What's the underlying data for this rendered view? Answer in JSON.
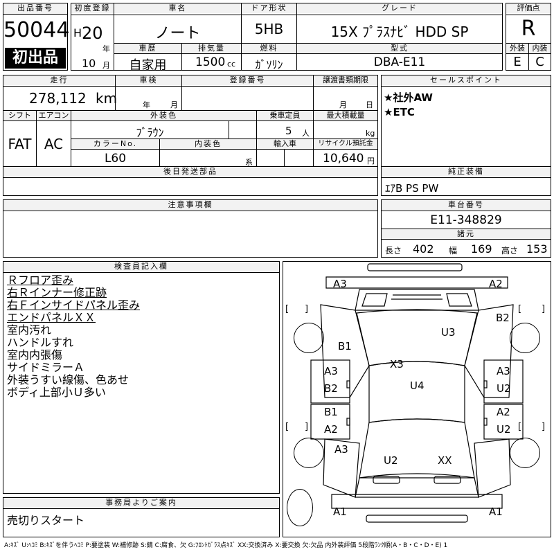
{
  "header": {
    "lot_no_label": "出品番号",
    "lot_no": "50044",
    "first_listing": "初出品",
    "first_reg_label": "初度登録",
    "era": "H",
    "year_num": "20",
    "year_unit": "年",
    "month_num": "10",
    "month_unit": "月",
    "car_name_label": "車名",
    "car_name": "ノート",
    "door_label": "ドア形状",
    "door": "5HB",
    "grade_label": "グレード",
    "grade": "15X ﾌﾟﾗｽﾅﾋﾞ HDD SP",
    "score_label": "評価点",
    "score": "R",
    "history_label": "車歴",
    "history": "自家用",
    "displacement_label": "排気量",
    "displacement": "1500",
    "displacement_unit": "cc",
    "fuel_label": "燃料",
    "fuel": "ｶﾞｿﾘﾝ",
    "model_label": "型式",
    "model": "DBA-E11",
    "ext_label": "外装",
    "ext_grade": "E",
    "int_label": "内装",
    "int_grade": "C"
  },
  "spec": {
    "mileage_label": "走行",
    "mileage": "278,112",
    "mileage_unit": "km",
    "inspection_label": "車検",
    "year_unit": "年",
    "month_unit": "月",
    "reg_no_label": "登録番号",
    "transfer_label": "譲渡書類期限",
    "day_unit": "日",
    "shift_label": "シフト",
    "shift": "FAT",
    "ac_label": "エアコン",
    "ac": "AC",
    "exterior_color_label": "外装色",
    "exterior_color": "ﾌﾞﾗｳﾝ",
    "capacity_label": "乗車定員",
    "capacity": "5",
    "capacity_unit": "人",
    "load_label": "最大積載量",
    "load_unit": "kg",
    "color_no_label": "カラーNo.",
    "color_no": "L60",
    "interior_color_label": "内装色",
    "interior_color_unit": "系",
    "import_label": "輸入車",
    "recycle_label": "リサイクル預託金",
    "recycle": "10,640",
    "recycle_unit": "円",
    "later_parts_label": "後日発送部品"
  },
  "sales": {
    "label": "セールスポイント",
    "points": [
      "★社外AW",
      "★ETC"
    ],
    "equip_label": "純正装備",
    "equip": "ｴｱB PS PW"
  },
  "notes_label": "注意事項欄",
  "chassis": {
    "label": "車台番号",
    "number": "E11-348829",
    "dims_label": "諸元",
    "length_label": "長さ",
    "length": "402",
    "width_label": "幅",
    "width": "169",
    "height_label": "高さ",
    "height": "153"
  },
  "inspector": {
    "label": "検査員記入欄",
    "remarks": [
      "Ｒフロア歪み",
      "右Ｒインナー修正跡",
      "右Ｆインサイドパネル歪み",
      "エンドパネルＸＸ",
      "室内汚れ",
      "ハンドルすれ",
      "室内内張傷",
      "サイドミラーＡ",
      "外装うすい線傷、色あせ",
      "ボディ上部小Ｕ多い"
    ]
  },
  "office": {
    "label": "事務局よりご案内",
    "text": "売切りスタート"
  },
  "damage": {
    "rear_left": "A3",
    "rear_right": "A2",
    "right_rear_fender": "B2",
    "roof": "U3",
    "left_rear_fender": "B1",
    "left_rear_door_top": "A3",
    "left_rear_door_bottom": "B2",
    "right_rear_door_top": "A3",
    "right_rear_door_bottom": "U2",
    "pillar": "X3",
    "roof_front": "U4",
    "left_front_door_top": "B1",
    "left_front_door_bottom": "A2",
    "right_front_door_top": "A2",
    "right_front_door_bottom": "U2",
    "left_front_fender": "A3",
    "hood_left": "U2",
    "hood_right": "XX",
    "front_left": "A1",
    "front_right": "A1"
  },
  "legend": "A:ｷｽﾞ U:ﾍｺﾐ B:ｷｽﾞを伴うﾍｺﾐ P:要塗装 W:補修跡 S:錆 C:腐食、欠 G:ﾌﾛﾝﾄｶﾞﾗｽ点ｷｽﾞ XX:交換済み X:要交換 欠:欠品 内外装評価 5段階ﾗﾝｸ順(A・B・C・D・E) 1"
}
